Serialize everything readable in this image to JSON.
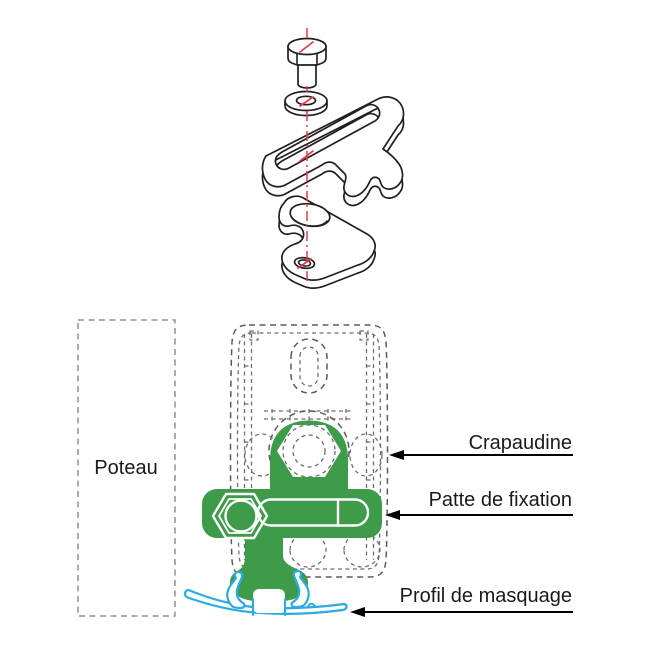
{
  "diagram": {
    "labels": {
      "poteau": "Poteau",
      "crapaudine": "Crapaudine",
      "patte_de_fixation": "Patte de fixation",
      "profil_de_masquage": "Profil de masquage"
    },
    "colors": {
      "bracket_green": "#3d9b4a",
      "masking_profile_blue": "#2aabe2",
      "centerline_red": "#dd3b4d",
      "drawing_outline_black": "#231f20",
      "hidden_line_gray": "#5a5b5e",
      "poteau_dash_gray": "#8f9092",
      "label_text": "#1a1a1a"
    }
  }
}
